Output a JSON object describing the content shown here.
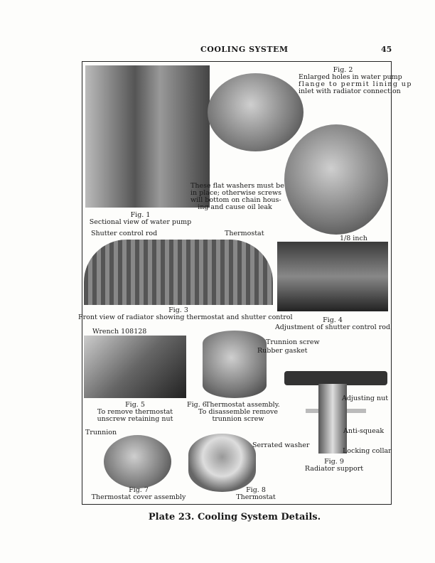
{
  "header": {
    "title": "COOLING SYSTEM",
    "page_number": "45"
  },
  "figures": {
    "fig1": {
      "label": "Fig. 1",
      "caption": "Sectional view of water pump"
    },
    "fig2": {
      "label": "Fig. 2",
      "caption_lines": [
        "Enlarged holes in water pump",
        "flange to permit lining up",
        "inlet with radiator connection"
      ]
    },
    "washer_note": [
      "These flat washers must be",
      "in place; otherwise screws",
      "will bottom on chain hous-",
      "ing and cause oil leak"
    ],
    "fig3": {
      "label": "Fig. 3",
      "caption": "Front view of radiator showing thermostat and shutter control",
      "callouts": [
        "Shutter control rod",
        "Thermostat"
      ]
    },
    "fig4": {
      "label": "Fig. 4",
      "caption": "Adjustment of shutter control rod",
      "callout": "1/8 inch"
    },
    "fig5": {
      "label": "Fig. 5",
      "caption_lines": [
        "To remove thermostat",
        "unscrew retaining nut"
      ],
      "callout": "Wrench 108128"
    },
    "fig6": {
      "label": "Fig. 6",
      "caption_lines": [
        "Thermostat assembly.",
        "To disassemble remove",
        "trunnion screw"
      ],
      "callouts": [
        "Trunnion screw",
        "Rubber gasket"
      ]
    },
    "fig7": {
      "label": "Fig. 7",
      "caption": "Thermostat cover assembly",
      "callout": "Trunnion"
    },
    "fig8": {
      "label": "Fig. 8",
      "caption": "Thermostat"
    },
    "fig9": {
      "label": "Fig. 9",
      "caption": "Radiator support",
      "callouts": [
        "Adjusting nut",
        "Anti-squeak",
        "Serrated washer",
        "Locking collar"
      ]
    }
  },
  "plate_caption": "Plate 23. Cooling System Details."
}
